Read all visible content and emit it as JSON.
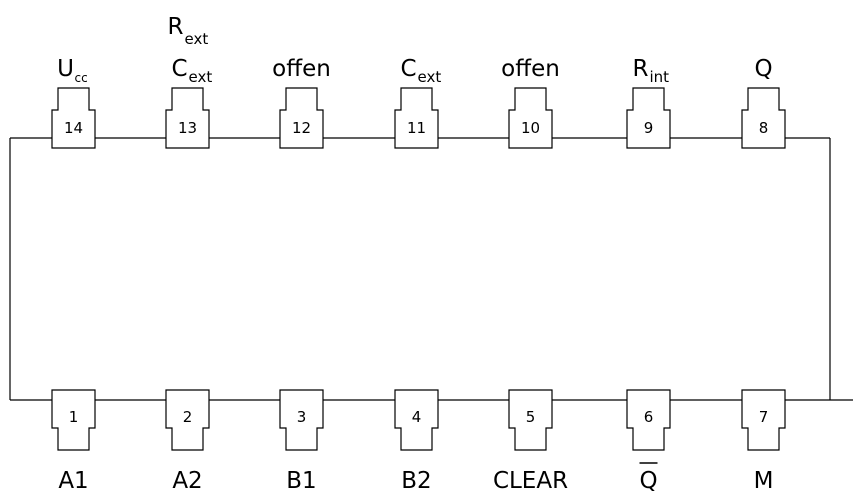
{
  "diagram": {
    "top_pins": [
      {
        "number": "14",
        "label": "U",
        "sub": "cc",
        "sup_line": ""
      },
      {
        "number": "13",
        "label": "C",
        "sub": "ext",
        "sup_line": "R",
        "sup_line_sub": "ext"
      },
      {
        "number": "12",
        "label": "offen",
        "sub": ""
      },
      {
        "number": "11",
        "label": "C",
        "sub": "ext"
      },
      {
        "number": "10",
        "label": "offen",
        "sub": ""
      },
      {
        "number": "9",
        "label": "R",
        "sub": "int"
      },
      {
        "number": "8",
        "label": "Q",
        "sub": ""
      }
    ],
    "bottom_pins": [
      {
        "number": "1",
        "label": "A1"
      },
      {
        "number": "2",
        "label": "A2"
      },
      {
        "number": "3",
        "label": "B1"
      },
      {
        "number": "4",
        "label": "B2"
      },
      {
        "number": "5",
        "label": "CLEAR"
      },
      {
        "number": "6",
        "label": "Q",
        "overline": true
      },
      {
        "number": "7",
        "label": "M"
      }
    ]
  }
}
